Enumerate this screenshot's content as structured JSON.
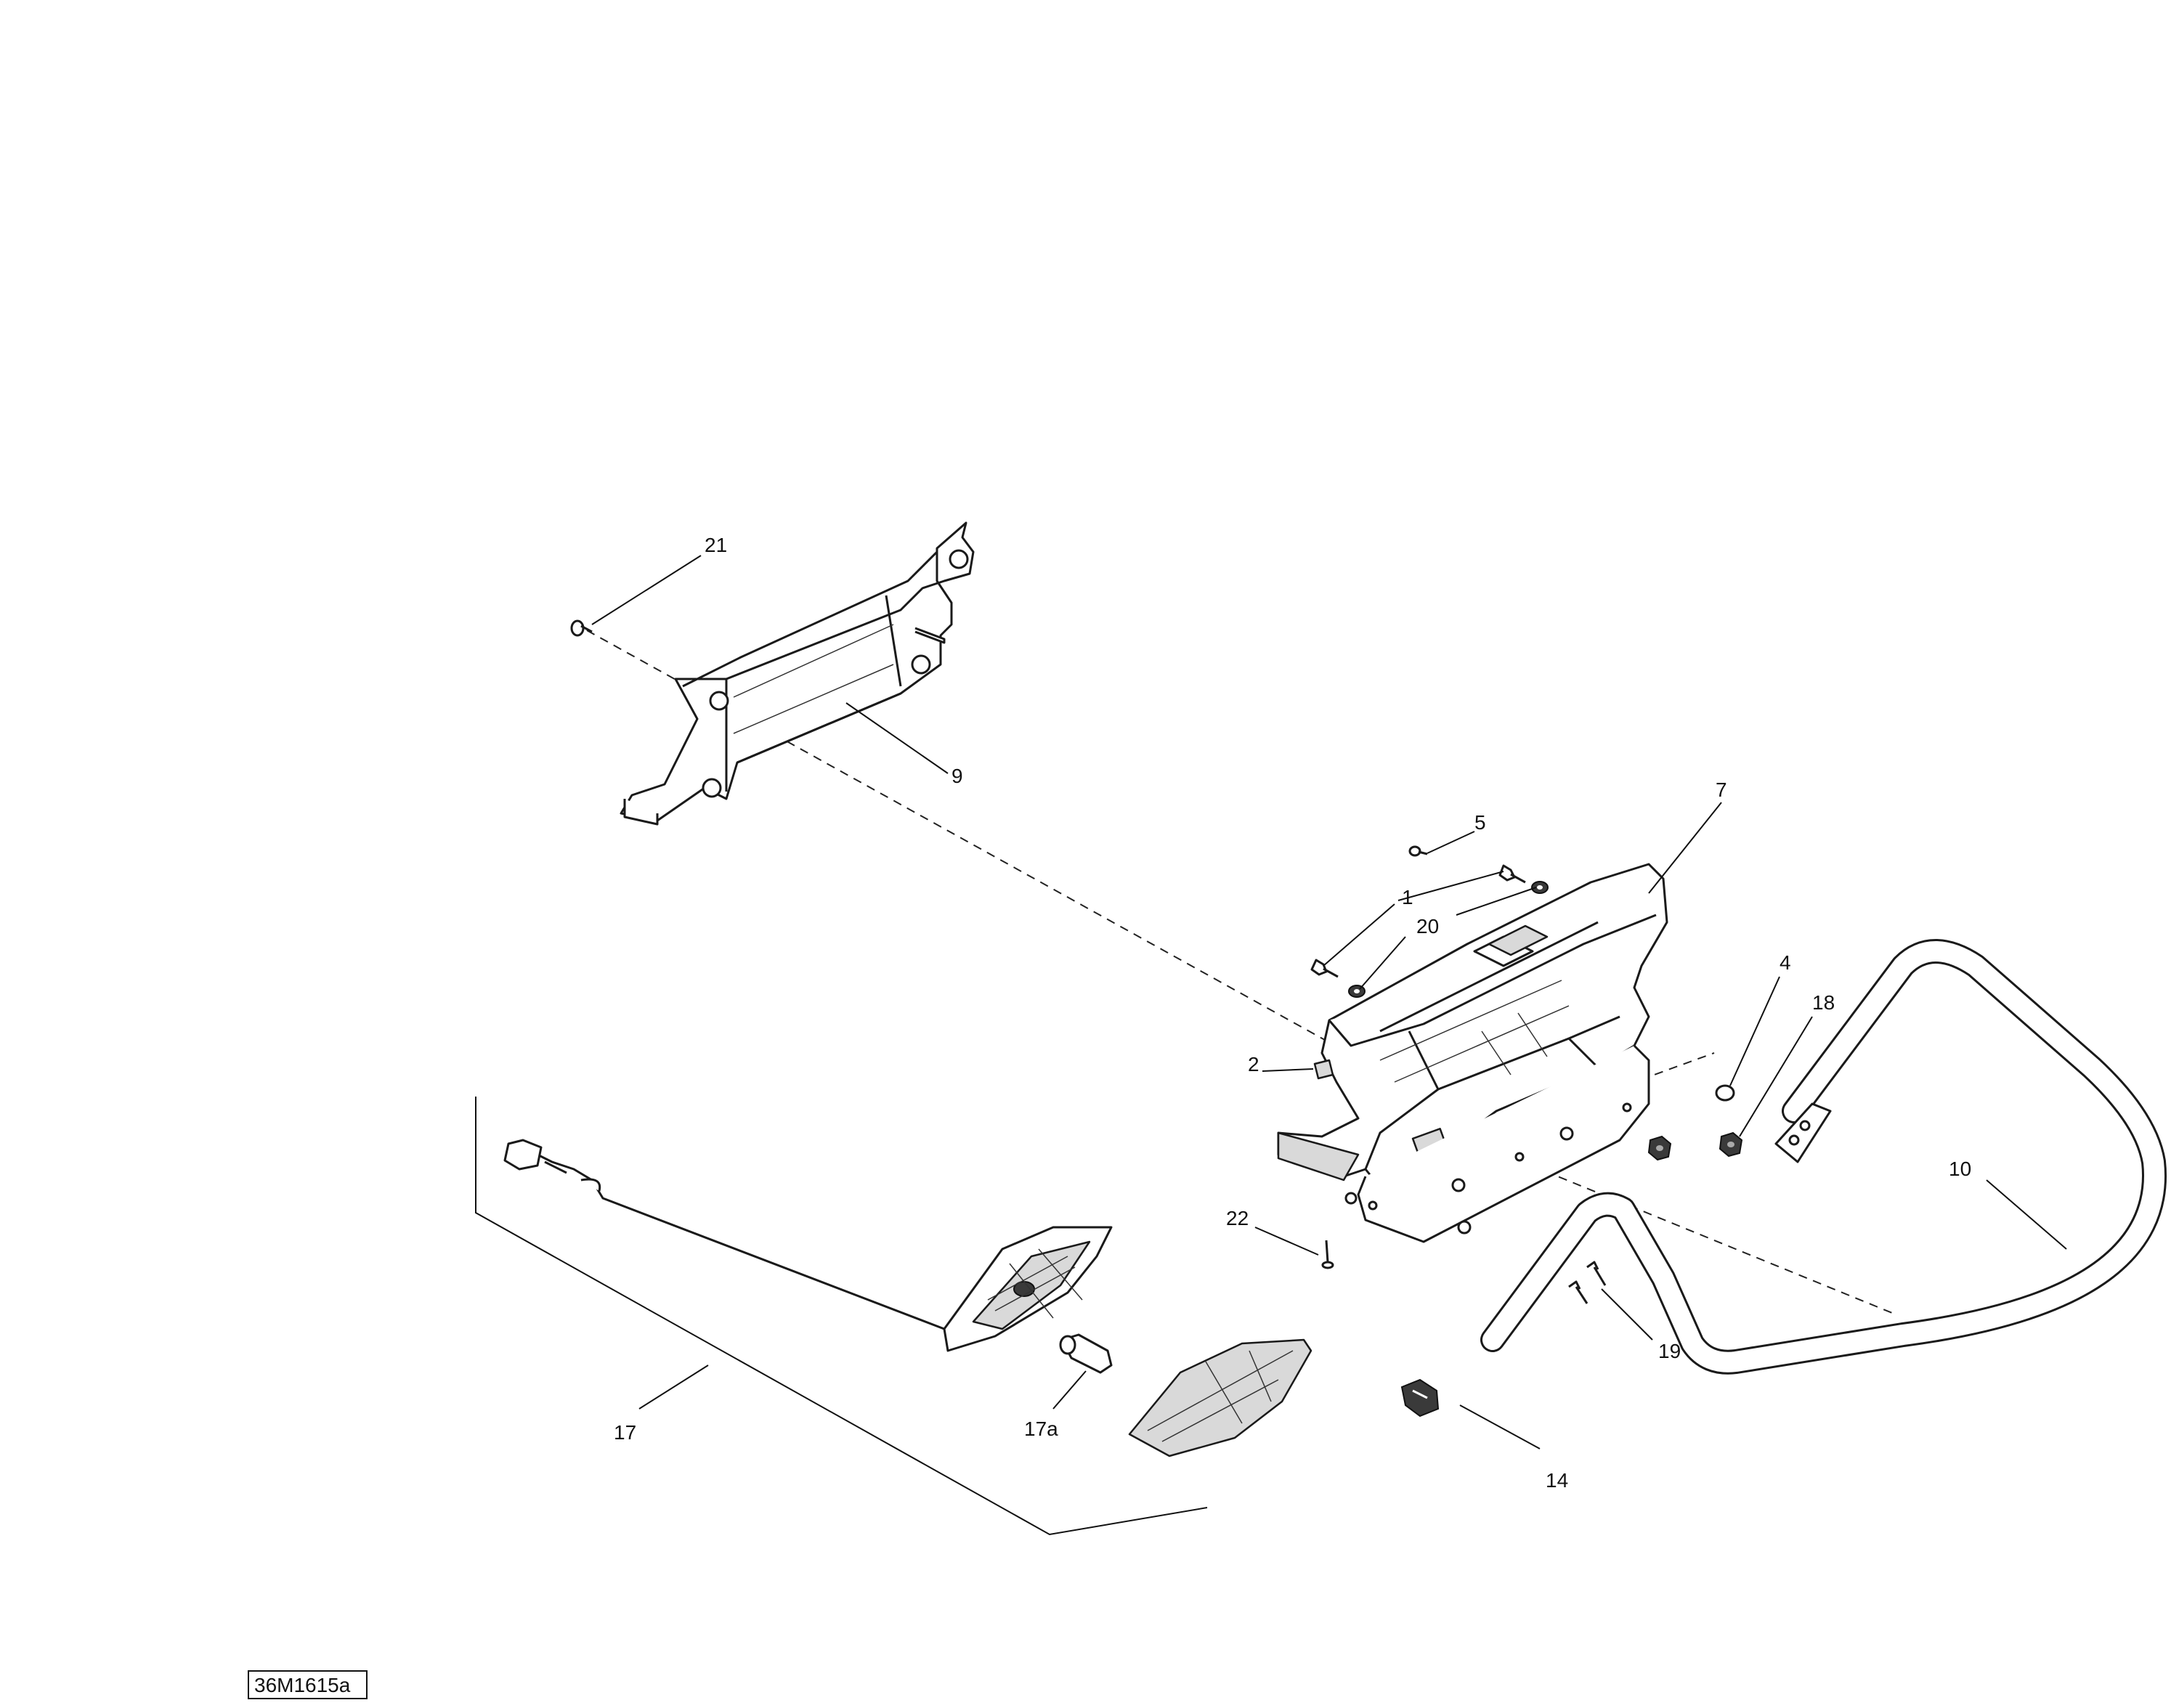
{
  "diagram": {
    "reference_code": "36M1615a",
    "callouts": [
      "1",
      "2",
      "4",
      "5",
      "7",
      "9",
      "10",
      "14",
      "17",
      "17a",
      "18",
      "19",
      "20",
      "21",
      "22"
    ]
  }
}
